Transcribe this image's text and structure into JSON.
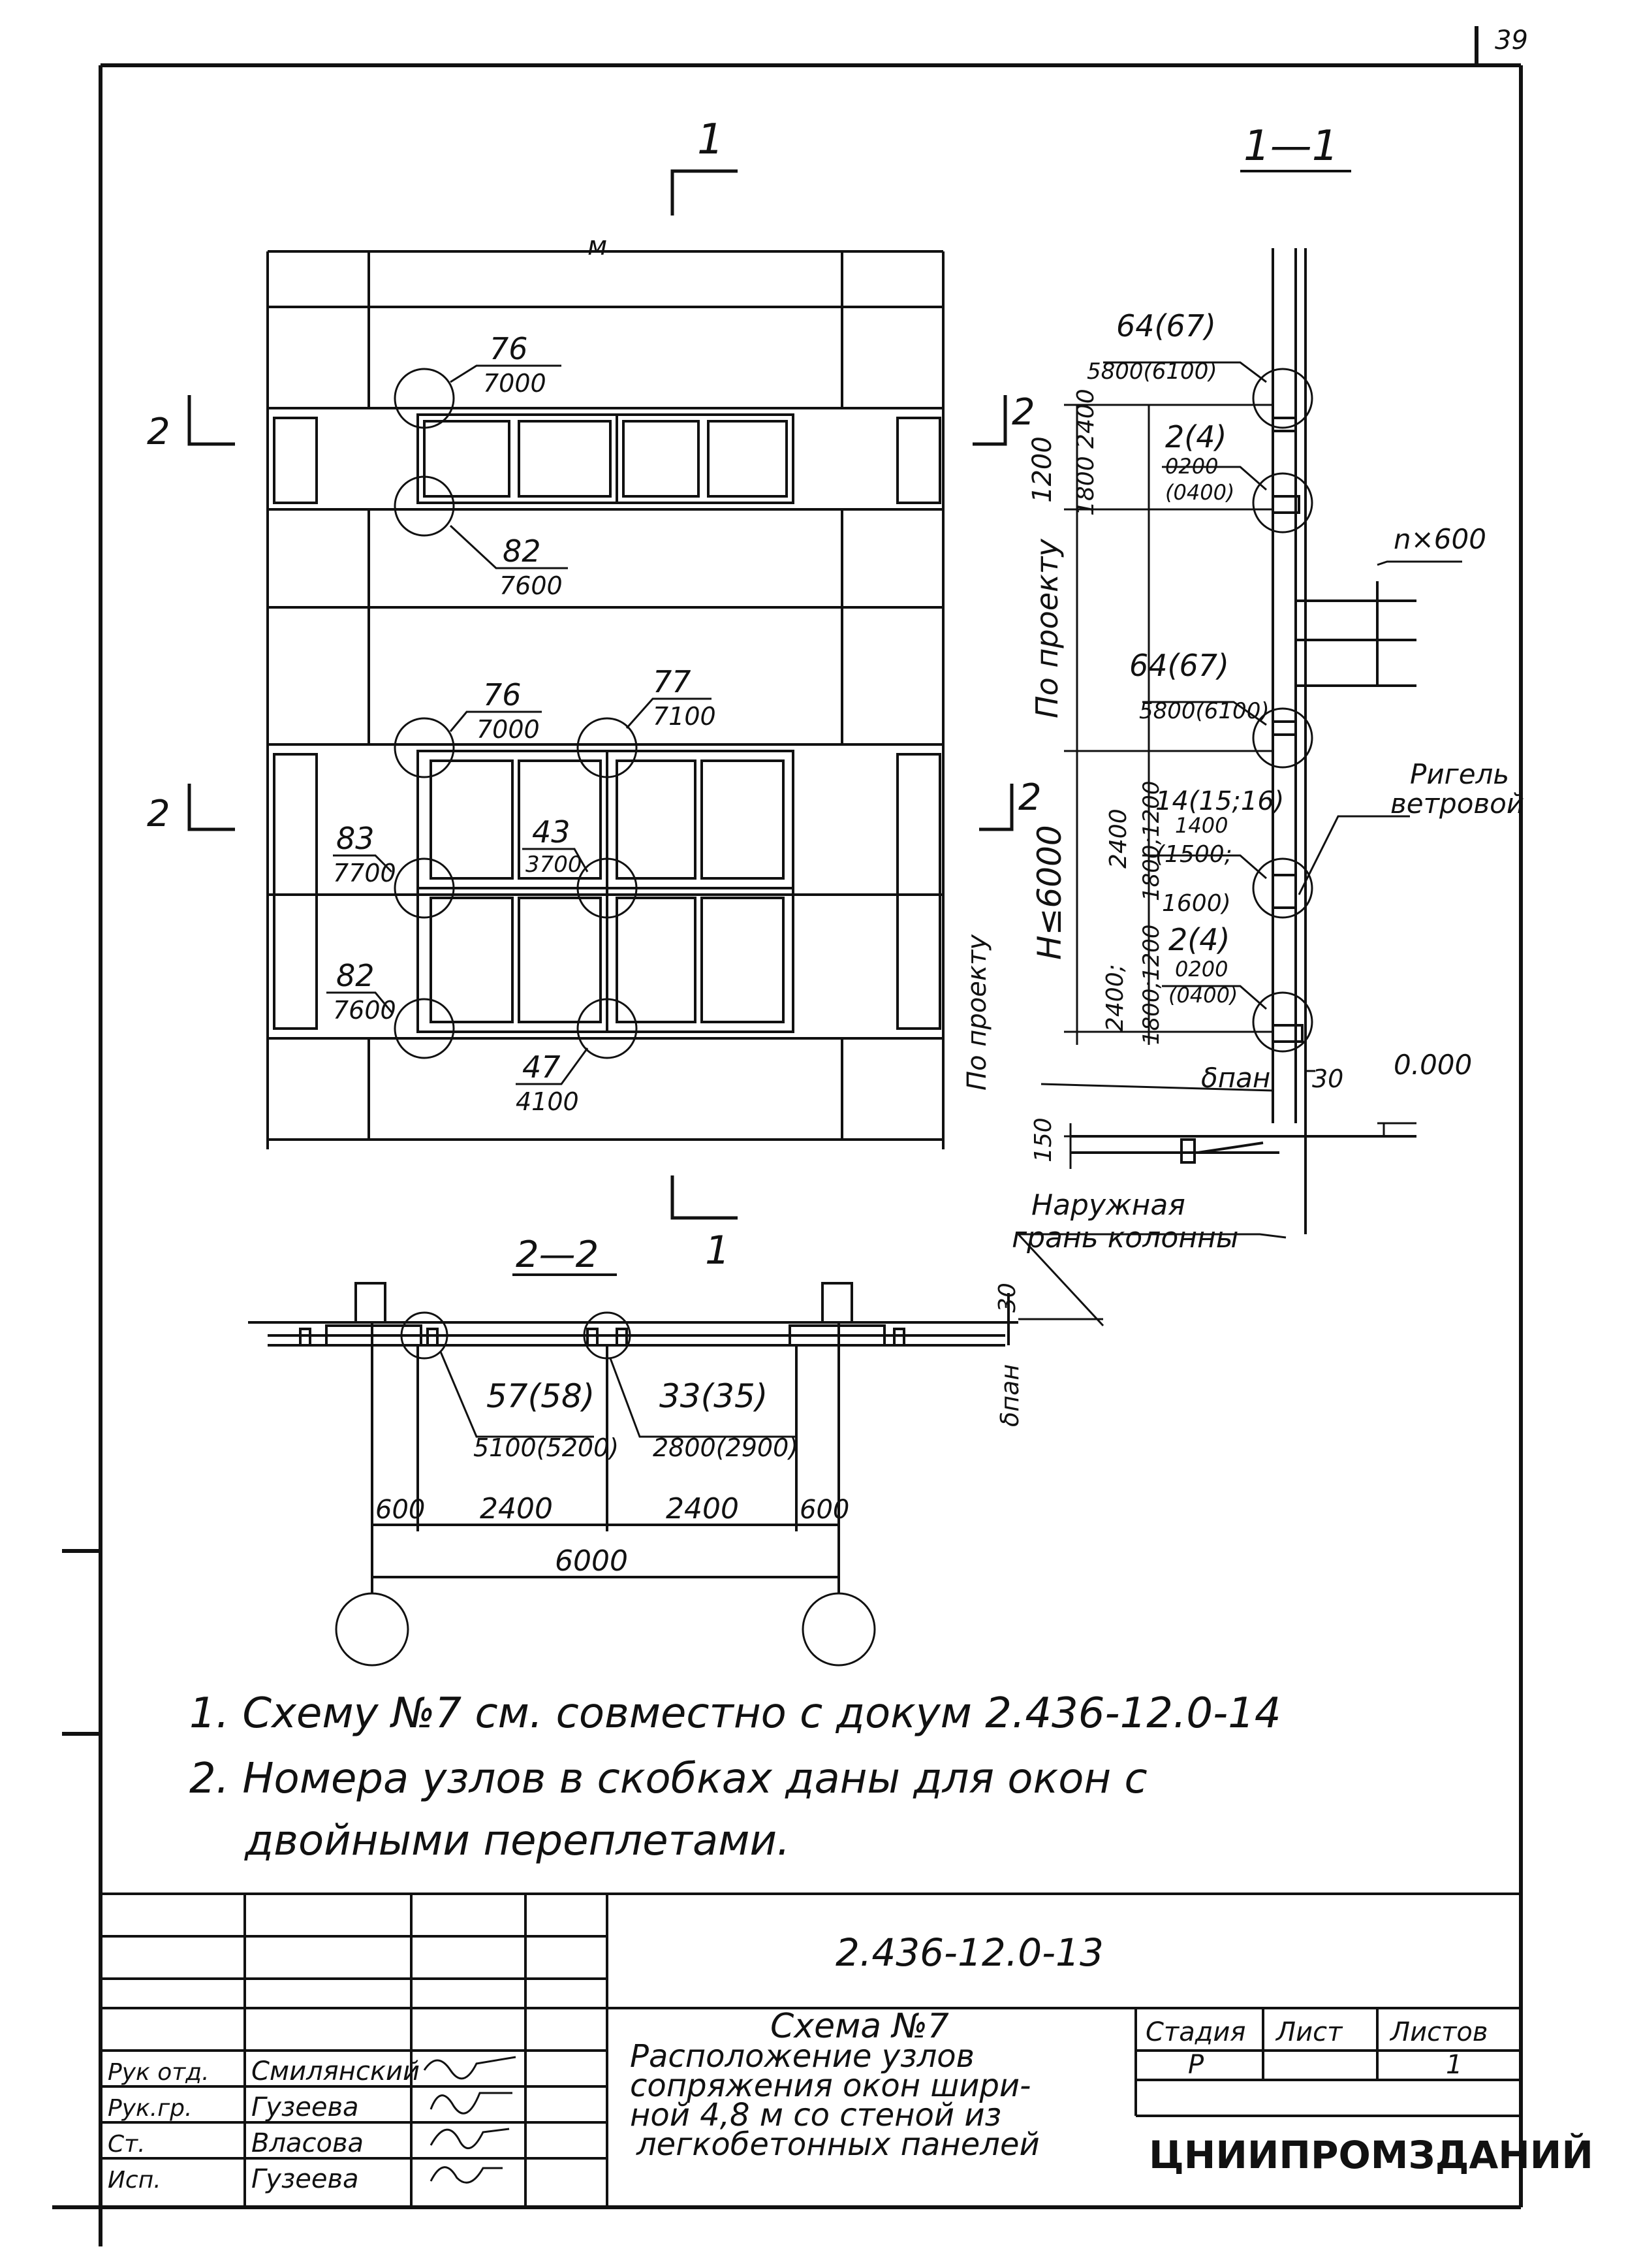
{
  "page_number": "39",
  "elevation": {
    "section_mark": "1",
    "top_dim": "м",
    "section_2": "2",
    "nodes": {
      "n76a": {
        "num": "76",
        "mark": "7000"
      },
      "n82a": {
        "num": "82",
        "mark": "7600"
      },
      "n76b": {
        "num": "76",
        "mark": "7000"
      },
      "n77": {
        "num": "77",
        "mark": "7100"
      },
      "n83": {
        "num": "83",
        "mark": "7700"
      },
      "n43": {
        "num": "43",
        "mark": "3700"
      },
      "n82b": {
        "num": "82",
        "mark": "7600"
      },
      "n47": {
        "num": "47",
        "mark": "4100"
      }
    }
  },
  "section_1_1": {
    "title": "1—1",
    "d_1200": "1200",
    "d_1800_2400": "1800 2400",
    "po_proektu": "По проекту",
    "h": "H≤6000",
    "d_2400_a": "2400",
    "d_1800_1200": "1800;1200",
    "d_2400_b": "2400;",
    "d_1800_1200_b": "1800;1200",
    "po_proektu_2": "По проекту",
    "d_150": "150",
    "n64a": {
      "num": "64(67)",
      "mark": "5800(6100)"
    },
    "n2a": {
      "num": "2(4)",
      "mark1": "0200",
      "mark2": "(0400)"
    },
    "n64b": {
      "num": "64(67)",
      "mark": "5800(6100)"
    },
    "n14": {
      "num": "14(15;16)",
      "mark1": "1400",
      "mark2": "(1500;",
      "mark3": "1600)"
    },
    "n2b": {
      "num": "2(4)",
      "mark1": "0200",
      "mark2": "(0400)"
    },
    "n_600": "n×600",
    "rigel_1": "Ригель",
    "rigel_2": "ветровой",
    "b_pan": "δпан",
    "d_30": "30",
    "zero": "0.000",
    "outer_1": "Наружная",
    "outer_2": "грань колонны"
  },
  "section_2_2": {
    "title": "2—2",
    "mark_1": "1",
    "n57": {
      "num": "57(58)",
      "mark": "5100(5200)"
    },
    "n33": {
      "num": "33(35)",
      "mark": "2800(2900)"
    },
    "d_30": "30",
    "b_pan": "δпан",
    "d_600a": "600",
    "d_2400a": "2400",
    "d_2400b": "2400",
    "d_600b": "600",
    "d_6000": "6000"
  },
  "notes": [
    "1. Схему №7 см. совместно с докум 2.436-12.0-14",
    "2. Номера узлов в скобках даны для окон с",
    "двойными переплетами."
  ],
  "title_block": {
    "doc_code": "2.436-12.0-13",
    "title_1": "Схема №7",
    "title_2": "Расположение узлов",
    "title_3": "сопряжения окон шири-",
    "title_4": "ной 4,8 м со стеной из",
    "title_5": "легкобетонных панелей",
    "stage_label": "Стадия",
    "sheet_label": "Лист",
    "sheets_label": "Листов",
    "stage": "Р",
    "sheet": "",
    "sheets": "1",
    "org": "ЦНИИПРОМЗДАНИЙ",
    "roles": [
      "Рук отд.",
      "Рук.гр.",
      "Ст.",
      "Исп."
    ],
    "names": [
      "Смилянский",
      "Гузеева",
      "Власова",
      "Гузеева"
    ]
  }
}
